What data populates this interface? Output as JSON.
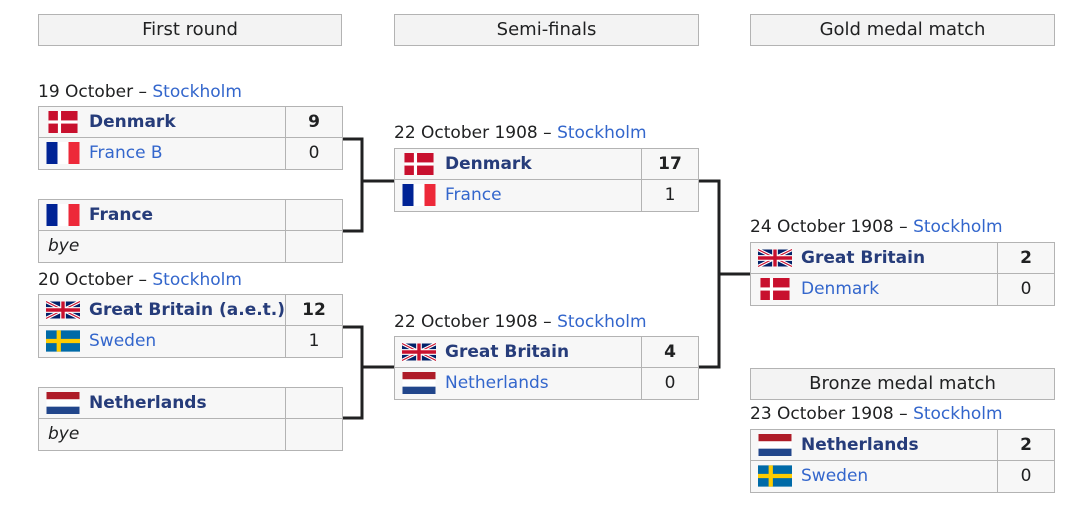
{
  "headers": {
    "first_round": "First round",
    "semi_finals": "Semi-finals",
    "gold": "Gold medal match",
    "bronze": "Bronze medal match"
  },
  "first_round": {
    "match1": {
      "date": "19 October",
      "venue": "Stockholm",
      "team1": {
        "name": "Denmark",
        "flag": "denmark-flag",
        "score": "9"
      },
      "team2": {
        "name": "France B",
        "flag": "france-flag",
        "score": "0"
      }
    },
    "match2": {
      "team1": {
        "name": "France",
        "flag": "france-flag",
        "score": ""
      },
      "team2": {
        "name": "bye",
        "score": ""
      }
    },
    "match3": {
      "date": "20 October",
      "venue": "Stockholm",
      "team1": {
        "name": "Great Britain (a.e.t.)",
        "flag": "great-britain-flag",
        "score": "12"
      },
      "team2": {
        "name": "Sweden",
        "flag": "sweden-flag",
        "score": "1"
      }
    },
    "match4": {
      "team1": {
        "name": "Netherlands",
        "flag": "netherlands-flag",
        "score": ""
      },
      "team2": {
        "name": "bye",
        "score": ""
      }
    }
  },
  "semi_finals": {
    "match1": {
      "date": "22 October 1908",
      "venue": "Stockholm",
      "team1": {
        "name": "Denmark",
        "flag": "denmark-flag",
        "score": "17"
      },
      "team2": {
        "name": "France",
        "flag": "france-flag",
        "score": "1"
      }
    },
    "match2": {
      "date": "22 October 1908",
      "venue": "Stockholm",
      "team1": {
        "name": "Great Britain",
        "flag": "great-britain-flag",
        "score": "4"
      },
      "team2": {
        "name": "Netherlands",
        "flag": "netherlands-flag",
        "score": "0"
      }
    }
  },
  "gold": {
    "date": "24 October 1908",
    "venue": "Stockholm",
    "team1": {
      "name": "Great Britain",
      "flag": "great-britain-flag",
      "score": "2"
    },
    "team2": {
      "name": "Denmark",
      "flag": "denmark-flag",
      "score": "0"
    }
  },
  "bronze": {
    "date": "23 October 1908",
    "venue": "Stockholm",
    "team1": {
      "name": "Netherlands",
      "flag": "netherlands-flag",
      "score": "2"
    },
    "team2": {
      "name": "Sweden",
      "flag": "sweden-flag",
      "score": "0"
    }
  },
  "colors": {
    "winner_text": "#263c7a",
    "link": "#3366cc",
    "cell_bg": "#f7f7f7",
    "border": "#b3b3b3",
    "connector": "#202122"
  },
  "separator": " – "
}
